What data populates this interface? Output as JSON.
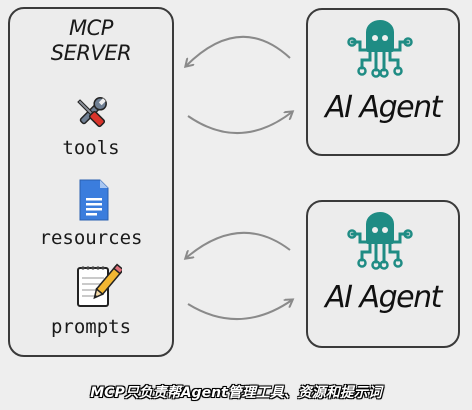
{
  "server": {
    "title_line1": "MCP",
    "title_line2": "SERVER",
    "items": [
      {
        "label": "tools",
        "icon": "tools-icon"
      },
      {
        "label": "resources",
        "icon": "document-icon"
      },
      {
        "label": "prompts",
        "icon": "memo-pencil-icon"
      }
    ]
  },
  "agents": [
    {
      "label": "AI Agent",
      "icon": "robot-octopus-icon"
    },
    {
      "label": "AI Agent",
      "icon": "robot-octopus-icon"
    }
  ],
  "caption": "MCP只负责帮Agent管理工具、资源和提示词",
  "colors": {
    "agent_icon": "#1f8c84",
    "arrow": "#8a8a8a",
    "doc_icon": "#3b7ddd",
    "tool_red": "#d9342b",
    "tool_blue": "#3c6fd1"
  }
}
